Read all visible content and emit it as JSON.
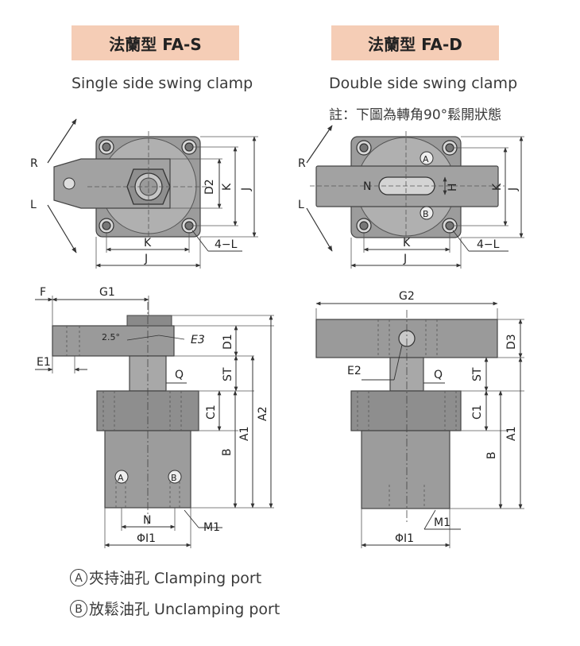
{
  "header": {
    "model_s": "法蘭型 FA-S",
    "model_d": "法蘭型 FA-D",
    "subtitle_s": "Single side swing clamp",
    "subtitle_d": "Double side swing clamp",
    "note_d": "註：下圖為轉角90°鬆開狀態"
  },
  "labels": {
    "R": "R",
    "L": "L",
    "K": "K",
    "J": "J",
    "D2": "D2",
    "N": "N",
    "H": "H",
    "four_L": "4−L",
    "F": "F",
    "G1": "G1",
    "G2": "G2",
    "E1": "E1",
    "E2": "E2",
    "E3": "E3",
    "angle": "2.5°",
    "D1": "D1",
    "D3": "D3",
    "ST": "ST",
    "Q": "Q",
    "C1": "C1",
    "A1": "A1",
    "A2": "A2",
    "B": "B",
    "M1": "M1",
    "phiI1": "ΦI1",
    "port_a": "A",
    "port_b": "B"
  },
  "legend": {
    "a_mark": "A",
    "a_text": "夾持油孔 Clamping port",
    "b_mark": "B",
    "b_text": "放鬆油孔 Unclamping port"
  },
  "colors": {
    "badge": "#f5cdb6",
    "metal": "#9a9a9a",
    "metal_dark": "#6f6f6f",
    "line": "#333333"
  }
}
